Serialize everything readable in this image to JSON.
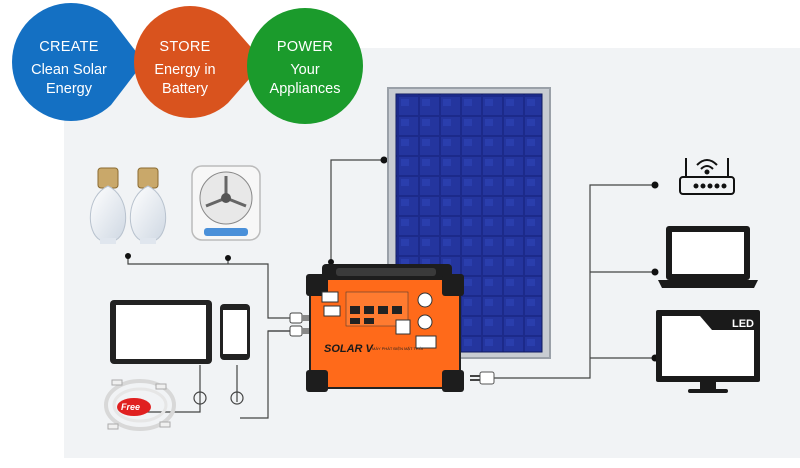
{
  "steps": [
    {
      "title": "CREATE",
      "line1": "Clean Solar",
      "line2": "Energy",
      "color": "#1470c3"
    },
    {
      "title": "STORE",
      "line1": "Energy in",
      "line2": "Battery",
      "color": "#d9531e"
    },
    {
      "title": "POWER",
      "line1": "Your",
      "line2": "Appliances",
      "color": "#1b9b2c"
    }
  ],
  "devices": {
    "tv_badge": "LED",
    "generator_brand": "SOLAR V",
    "generator_caption": "MÁY PHÁT ĐIỆN MẶT TRỜI",
    "cable_tag": "Free"
  },
  "icons": [
    "light-bulb-icon",
    "box-fan-icon",
    "solar-panel-icon",
    "wifi-router-icon",
    "laptop-icon",
    "tv-icon",
    "tablet-icon",
    "smartphone-icon",
    "charging-cable-bundle-icon",
    "usb-plug-icon",
    "ac-plug-icon"
  ],
  "colors": {
    "panel_cell": "#1c2a8a",
    "generator": "#ff6a1a",
    "background": "#f1f3f5"
  }
}
